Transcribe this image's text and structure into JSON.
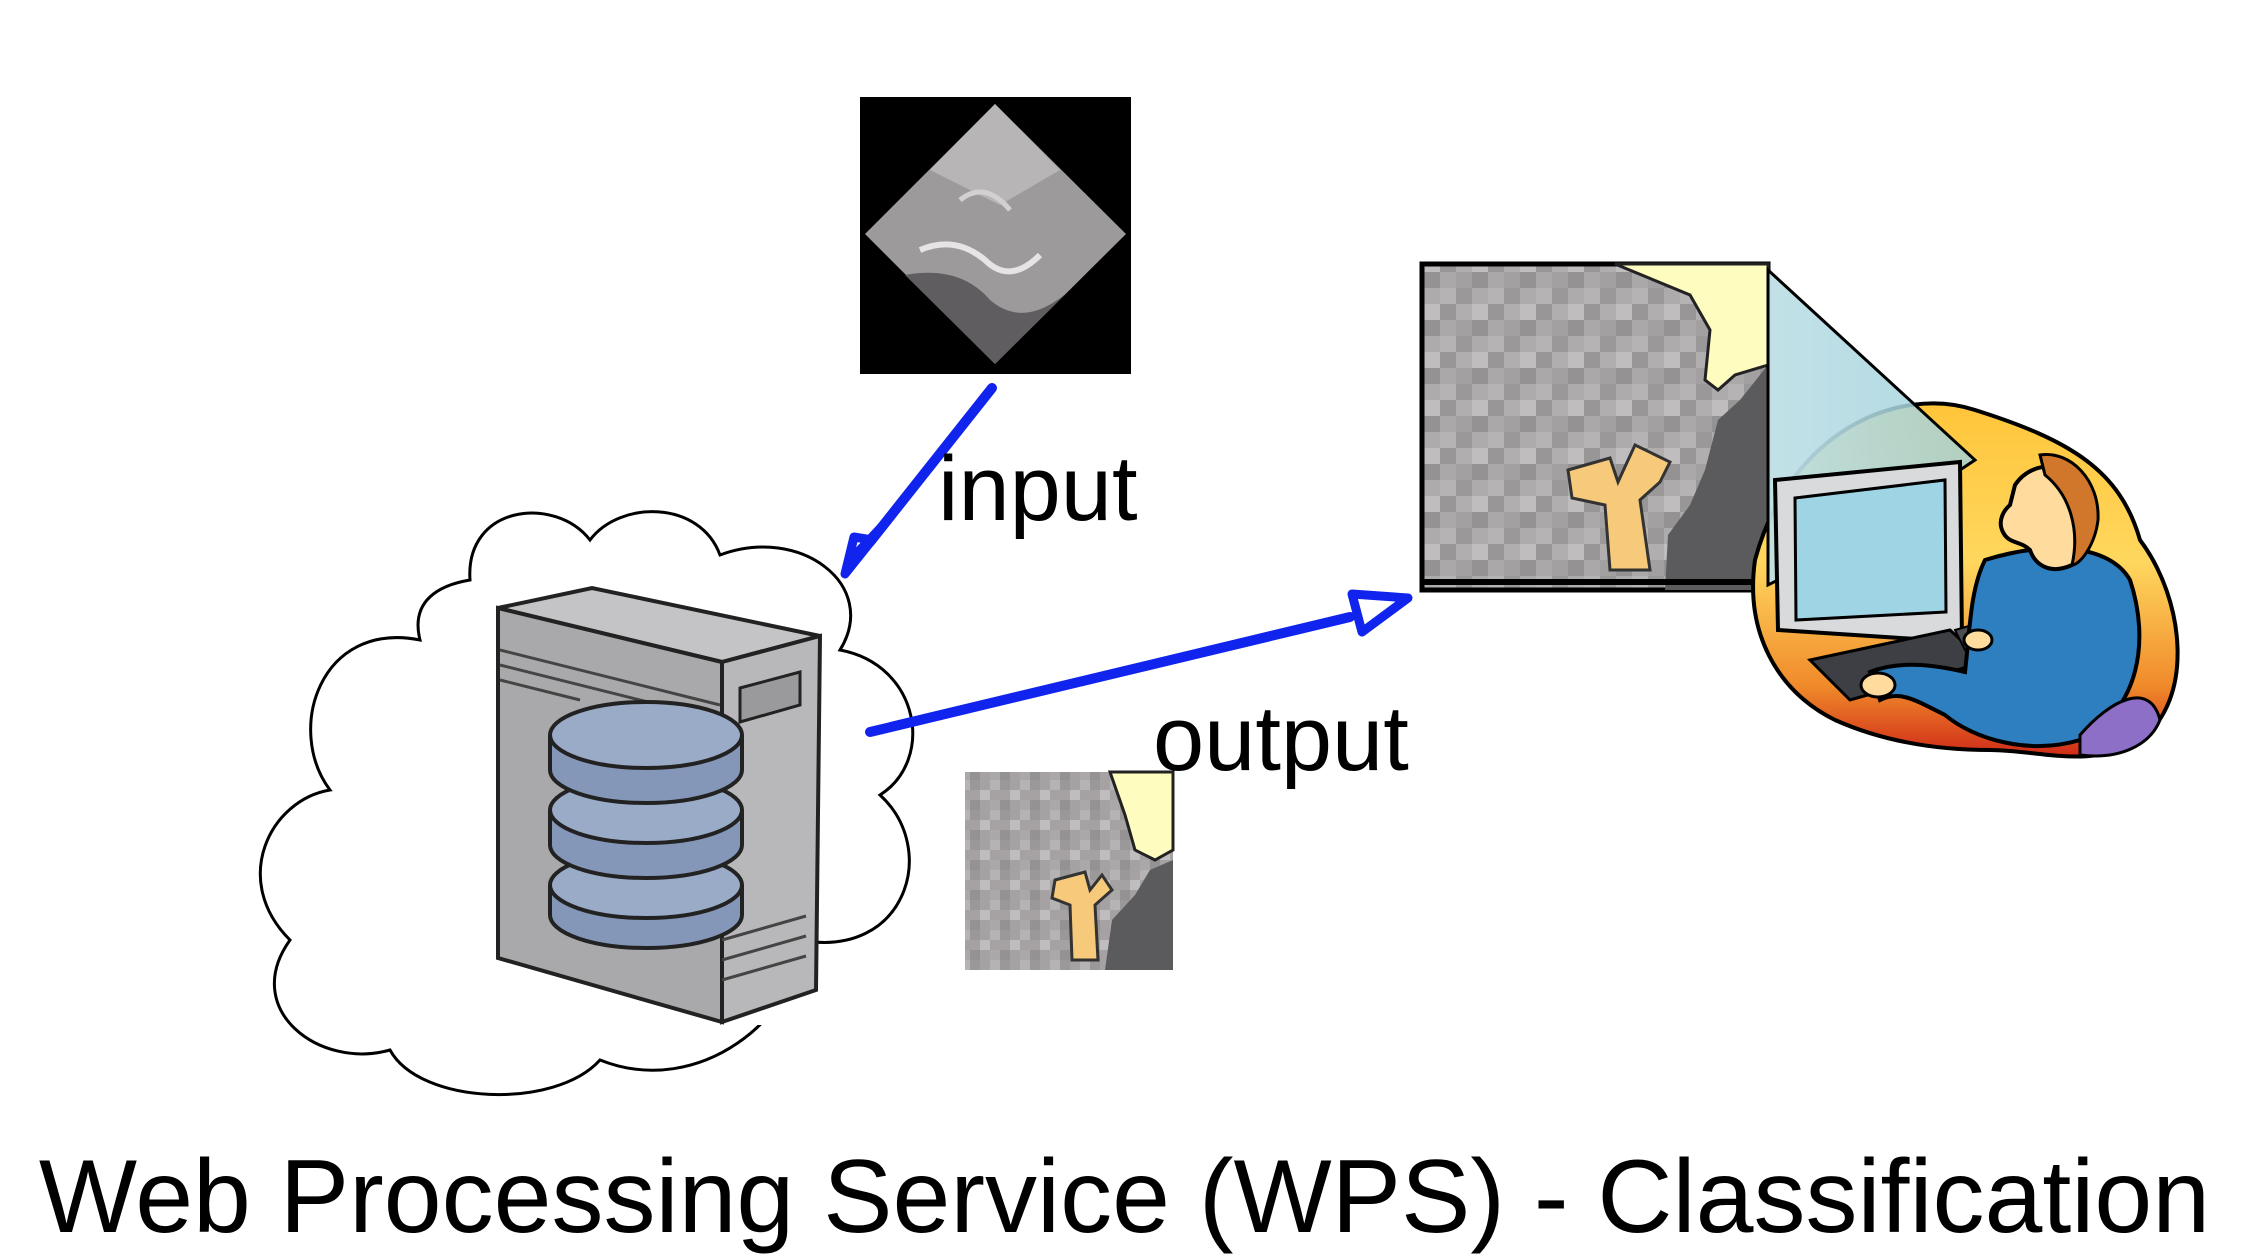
{
  "diagram": {
    "labels": {
      "input": "input",
      "output": "output"
    },
    "caption": "Web Processing Service (WPS) - Classification",
    "nodes": [
      {
        "id": "input-image",
        "icon": "satellite-image-icon"
      },
      {
        "id": "wps-server",
        "icon": "server-cloud-icon"
      },
      {
        "id": "output-image",
        "icon": "classified-map-icon"
      },
      {
        "id": "user",
        "icon": "user-at-computer-icon"
      }
    ],
    "edges": [
      {
        "from": "input-image",
        "to": "wps-server",
        "label": "input"
      },
      {
        "from": "wps-server",
        "to": "user",
        "label": "output"
      }
    ],
    "colors": {
      "arrow": "#1024ee",
      "server_body": "#a9a9ab",
      "disk": "#8597b8",
      "map_feature": "#f7c97a",
      "map_highlight": "#fffcc0"
    }
  }
}
